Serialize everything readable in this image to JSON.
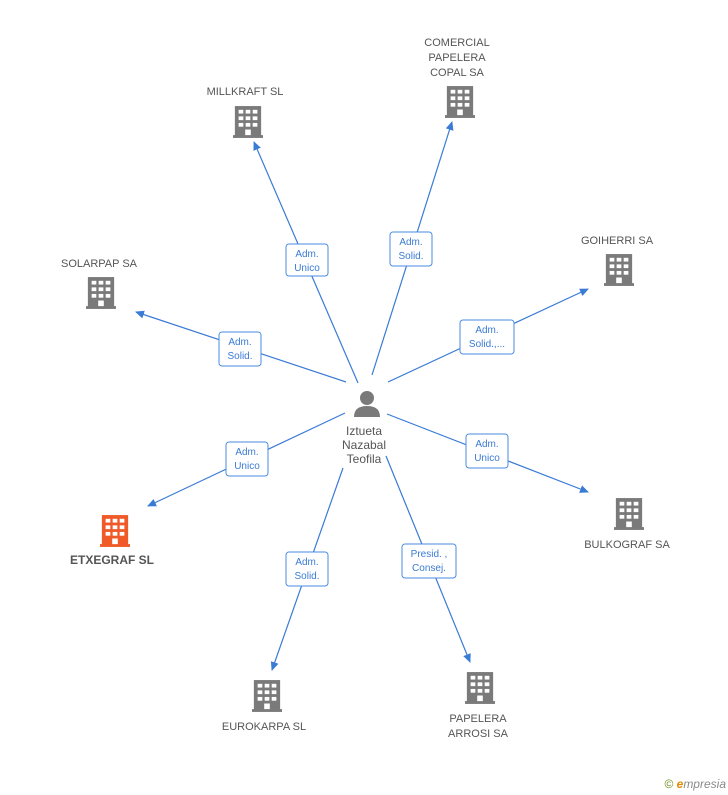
{
  "center": {
    "lines": [
      "Iztueta",
      "Nazabal",
      "Teofila"
    ]
  },
  "companies": [
    {
      "id": "millkraft",
      "lines": [
        "MILLKRAFT SL"
      ],
      "highlight": false,
      "edge_lines": [
        "Adm.",
        "Unico"
      ]
    },
    {
      "id": "comercial",
      "lines": [
        "COMERCIAL",
        "PAPELERA",
        "COPAL SA"
      ],
      "highlight": false,
      "edge_lines": [
        "Adm.",
        "Solid."
      ]
    },
    {
      "id": "goiherri",
      "lines": [
        "GOIHERRI SA"
      ],
      "highlight": false,
      "edge_lines": [
        "Adm.",
        "Solid.,..."
      ]
    },
    {
      "id": "solarpap",
      "lines": [
        "SOLARPAP SA"
      ],
      "highlight": false,
      "edge_lines": [
        "Adm.",
        "Solid."
      ]
    },
    {
      "id": "etxegraf",
      "lines": [
        "ETXEGRAF SL"
      ],
      "highlight": true,
      "edge_lines": [
        "Adm.",
        "Unico"
      ]
    },
    {
      "id": "bulkograf",
      "lines": [
        "BULKOGRAF SA"
      ],
      "highlight": false,
      "edge_lines": [
        "Adm.",
        "Unico"
      ]
    },
    {
      "id": "eurokarpa",
      "lines": [
        "EUROKARPA SL"
      ],
      "highlight": false,
      "edge_lines": [
        "Adm.",
        "Solid."
      ]
    },
    {
      "id": "papelera",
      "lines": [
        "PAPELERA",
        "ARROSI SA"
      ],
      "highlight": false,
      "edge_lines": [
        "Presid. ,",
        "Consej."
      ]
    }
  ],
  "colors": {
    "edge": "#3a7bd5",
    "building": "#7a7a7a",
    "highlight": "#f05a28",
    "person": "#7a7a7a"
  },
  "footer": {
    "copyright": "©",
    "brand_initial": "e",
    "brand_rest": "mpresia"
  }
}
